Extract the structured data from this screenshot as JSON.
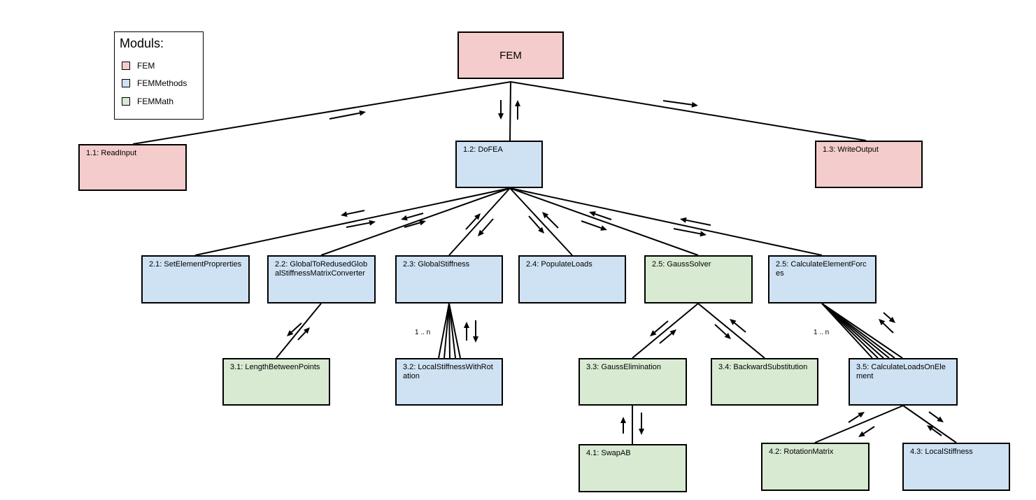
{
  "legend": {
    "title": "Moduls:",
    "items": [
      {
        "label": "FEM",
        "color": "#f4cccc"
      },
      {
        "label": "FEMMethods",
        "color": "#cfe2f3"
      },
      {
        "label": "FEMMath",
        "color": "#d9ead3"
      }
    ]
  },
  "colors": {
    "FEM": "#f4cccc",
    "FEMMethods": "#cfe2f3",
    "FEMMath": "#d9ead3",
    "stroke": "#000000"
  },
  "nodes": {
    "fem": "FEM",
    "read_input": "1.1: ReadInput",
    "do_fea": "1.2: DoFEA",
    "write_output": "1.3: WriteOutput",
    "set_element_properties": "2.1: SetElementProprerties",
    "global_to_reduced": "2.2: GlobalToRedusedGlobalStiffnessMatrixConverter",
    "global_stiffness": "2.3: GlobalStiffness",
    "populate_loads": "2.4: PopulateLoads",
    "gauss_solver": "2.5: GaussSolver",
    "calculate_element_forces": "2.5: CalculateElementForces",
    "length_between_points": "3.1: LengthBetweenPoints",
    "local_stiffness_with_rotation": "3.2: LocalStiffnessWithRotation",
    "gauss_elimination": "3.3: GaussElimination",
    "backward_substitution": "3.4: BackwardSubstitution",
    "calculate_loads_on_element": "3.5: CalculateLoadsOnElement",
    "swap_ab": "4.1: SwapAB",
    "rotation_matrix": "4.2: RotationMatrix",
    "local_stiffness": "4.3: LocalStiffness"
  },
  "multiplicities": {
    "global_stiffness": "1 .. n",
    "element_forces": "1 .. n"
  }
}
